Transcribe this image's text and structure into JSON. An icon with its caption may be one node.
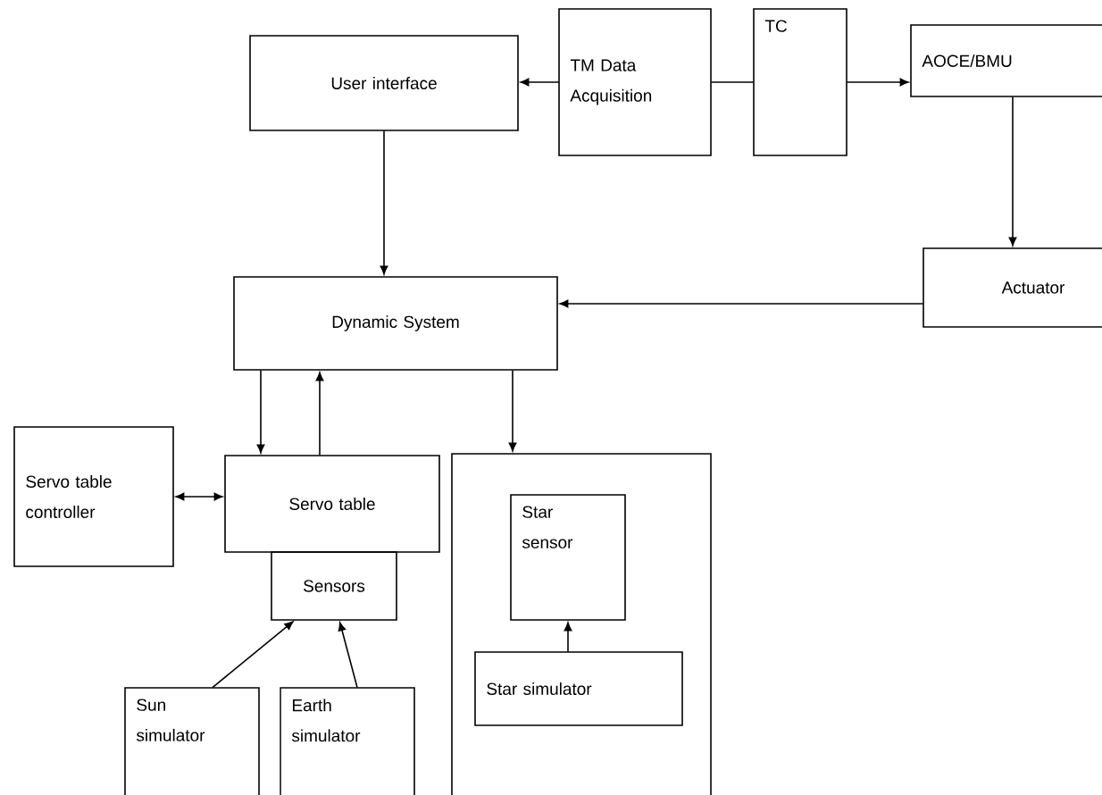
{
  "diagram": {
    "nodes": [
      {
        "text": [
          "User interface"
        ]
      },
      {
        "text": [
          "TM Data Acquisition"
        ]
      },
      {
        "text": [
          "TC"
        ]
      },
      {
        "text": [
          "AOCE/BMU"
        ]
      },
      {
        "text": [
          "Actuator"
        ]
      },
      {
        "text": [
          "Dynamic System"
        ]
      },
      {
        "text": [
          "Servo table controller"
        ]
      },
      {
        "text": [
          "Servo table"
        ]
      },
      {
        "text": [
          "Sensors"
        ]
      },
      {
        "text": [
          "Sun simulator"
        ]
      },
      {
        "text": [
          "Earth simulator"
        ]
      },
      {
        "text": [],
        "shape": "box"
      },
      {
        "text": [
          "Star sensor"
        ],
        "in": 11
      },
      {
        "text": [
          "Star simulator"
        ],
        "in": 11
      }
    ],
    "edges": [
      {
        "from": 1,
        "to": 0,
        "arrow": "to"
      },
      {
        "from": 1,
        "to": 2,
        "arrow": "none"
      },
      {
        "from": 2,
        "to": 3,
        "arrow": "to"
      },
      {
        "from": 3,
        "to": 4,
        "arrow": "to"
      },
      {
        "from": 4,
        "to": 5,
        "arrow": "to"
      },
      {
        "from": 0,
        "to": 5,
        "arrow": "to"
      },
      {
        "from": 5,
        "to": 7,
        "arrow": "to"
      },
      {
        "from": 7,
        "to": 5,
        "arrow": "to"
      },
      {
        "from": 5,
        "to": 11,
        "arrow": "to"
      },
      {
        "from": 6,
        "to": 7,
        "arrow": "both"
      },
      {
        "from": 9,
        "to": 8,
        "arrow": "to"
      },
      {
        "from": 10,
        "to": 8,
        "arrow": "to"
      },
      {
        "from": 13,
        "to": 12,
        "arrow": "to"
      }
    ]
  }
}
